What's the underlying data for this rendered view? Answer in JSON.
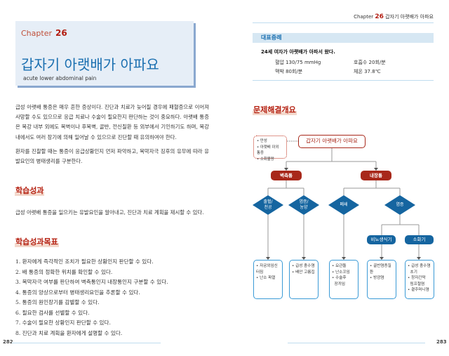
{
  "left_page": {
    "chapter_label": "Chapter",
    "chapter_number": "26",
    "title": "갑자기 아랫배가 아파요",
    "subtitle": "acute lower abdominal pain",
    "intro": [
      "급성 아랫배 통증은 매우 흔한 증상이다. 진단과 치료가 늦어질 경우에 패혈증으로 이어져 사망할 수도 있으므로 응급 치료나 수술이 필요한지 판단하는 것이 중요하다. 아랫배 통증은 복강 내부 외에도 복벽이나 후복벽, 골반, 전신질환 등 외부에서 기인하기도 하며, 복강 내에서도 여러 장기에 의해 일어날 수 있으므로 진단할 때 유의하여야 한다.",
      "환자를 진찰할 때는 통증이 응급상황인지 먼저 파악하고, 복막자극 징후의 유무에 따라 유발요인의 병태생리를 구분한다."
    ],
    "outcome_heading": "학습성과",
    "outcome_text": "급성 아랫배 통증을 일으키는 유발요인을 알아내고, 진단과 치료 계획을 제시할 수 있다.",
    "objectives_heading": "학습성과목표",
    "objectives": [
      "1. 환자에게 즉각적인 조치가 필요한 상황인지 판단할 수 있다.",
      "2. 배 통증의 정확한 위치를 확인할 수 있다.",
      "3. 복막자극 여부를 판단하여 벽측통인지 내장통인지 구분할 수 있다.",
      "4. 통증의 양상으로부터 병태생리요인을 추론할 수 있다.",
      "5. 통증의 원인장기를 감별할 수 있다.",
      "6. 필요한 검사를 선별할 수 있다.",
      "7. 수술이 필요한 상황인지 판단할 수 있다.",
      "8. 진단과 치료 계획을 환자에게 설명할 수 있다."
    ],
    "page_number": "282"
  },
  "right_page": {
    "header_chapter": "Chapter",
    "header_number": "26",
    "header_title": "갑자기 아랫배가 아파요",
    "case": {
      "heading": "대표증례",
      "summary": "24세 여자가 아랫배가 아파서 왔다.",
      "vitals": [
        "혈압 130/75 mmHg",
        "호흡수 20회/분",
        "맥박 80회/분",
        "체온 37.8℃"
      ]
    },
    "overview_heading": "문제해결개요",
    "diagram": {
      "notes": [
        "• 만성",
        "• 아랫배 이외 통증",
        "• 소화불량"
      ],
      "root": "갑자기 아랫배가 아파요",
      "parietal": "벽측통",
      "visceral": "내장통",
      "diamonds": [
        "출혈/\n천공",
        "염증/\n농양",
        "폐쇄",
        "염증"
      ],
      "organs": [
        "비뇨생식기",
        "소화기"
      ],
      "leaves": [
        [
          "• 자궁외임신 터짐",
          "• 난소 파열"
        ],
        [
          "• 급성 충수염",
          "• 배안 고름집"
        ],
        [
          "• 요관돌",
          "• 난소꼬임",
          "• 수술후\n  장끼임"
        ],
        [
          "• 골반염증질환",
          "• 방광염"
        ],
        [
          "• 급성 충수염\n  초기",
          "• 창자간막\n  림프절염",
          "• 곁주머니염"
        ]
      ]
    },
    "page_number": "283"
  }
}
